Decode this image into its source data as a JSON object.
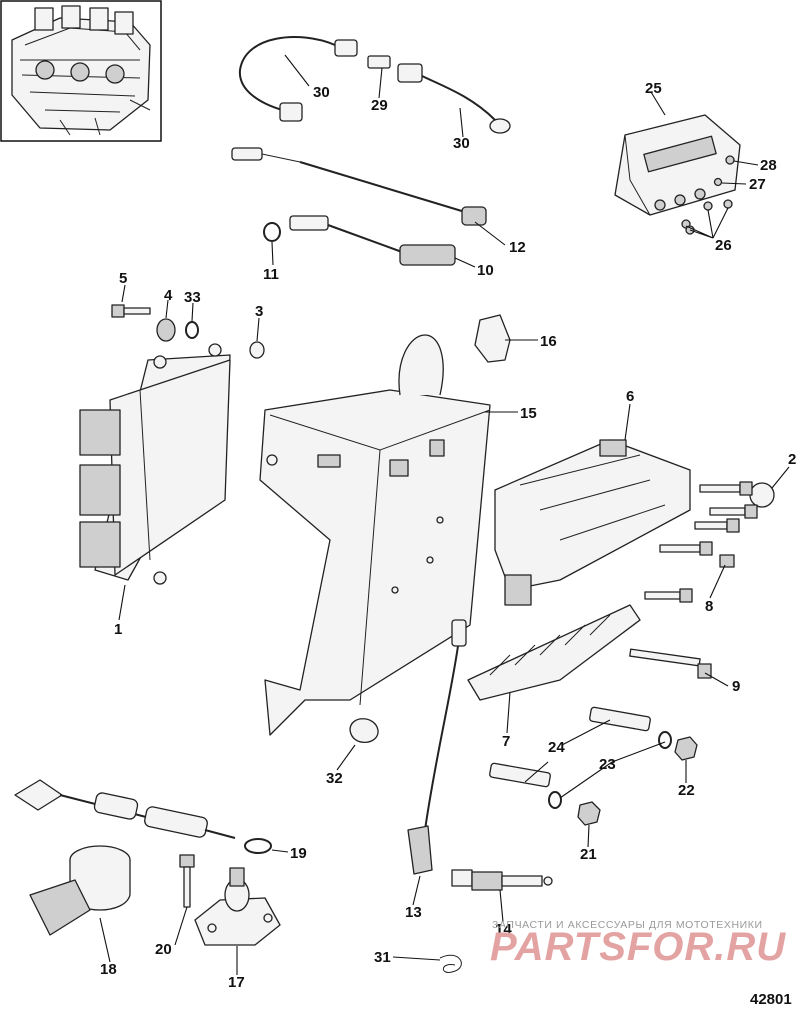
{
  "labels": {
    "c1": "1",
    "c2": "2",
    "c3": "3",
    "c4": "4",
    "c5": "5",
    "c6": "6",
    "c7": "7",
    "c8": "8",
    "c9": "9",
    "c10": "10",
    "c11": "11",
    "c12": "12",
    "c13": "13",
    "c14": "14",
    "c15": "15",
    "c16": "16",
    "c17": "17",
    "c18": "18",
    "c19": "19",
    "c20": "20",
    "c21": "21",
    "c22": "22",
    "c23": "23",
    "c24": "24",
    "c25": "25",
    "c26": "26",
    "c27": "27",
    "c28": "28",
    "c29": "29",
    "c30a": "30",
    "c30b": "30",
    "c31": "31",
    "c32": "32",
    "c33": "33"
  },
  "watermark": {
    "top_text": "ЗАПЧАСТИ И АКСЕССУАРЫ ДЛЯ МОТОТЕХНИКИ",
    "logo_text": "PARTSFOR.RU"
  },
  "document_number": "42801"
}
